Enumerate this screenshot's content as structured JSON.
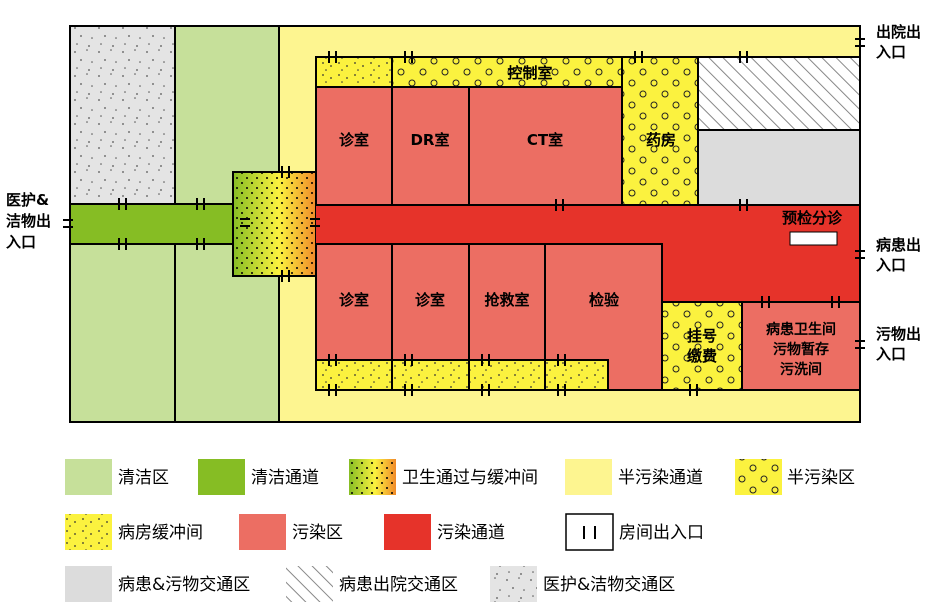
{
  "colors": {
    "clean_zone": "#c6e09a",
    "clean_passage": "#86bd24",
    "semi_contaminated_passage": "#fdf590",
    "semi_contaminated_zone": "#fbf23f",
    "ward_buffer": "#fbf23f",
    "contaminated_zone": "#ec6e63",
    "contaminated_passage": "#e6332a",
    "patient_dirty_area": "#dcdcdc",
    "outline": "#000000"
  },
  "rooms": {
    "control_room": "控制室",
    "clinic_1": "诊室",
    "dr_room": "DR室",
    "ct_room": "CT室",
    "pharmacy": "药房",
    "clinic_2": "诊室",
    "clinic_3": "诊室",
    "rescue_room": "抢救室",
    "lab": "检验",
    "registration": [
      "挂号",
      "缴费"
    ],
    "patient_wc": [
      "病患卫生间",
      "污物暂存",
      "污洗间"
    ],
    "triage": "预检分诊"
  },
  "entrances": {
    "discharge": [
      "出院出",
      "入口"
    ],
    "staff": [
      "医护&",
      "洁物出",
      "入口"
    ],
    "patient": [
      "病患出",
      "入口"
    ],
    "dirty": [
      "污物出",
      "入口"
    ]
  },
  "legend": [
    {
      "key": "clean_zone",
      "label": "清洁区",
      "pattern": "solid",
      "color": "#c6e09a"
    },
    {
      "key": "clean_passage",
      "label": "清洁通道",
      "pattern": "solid",
      "color": "#86bd24"
    },
    {
      "key": "buffer",
      "label": "卫生通过与缓冲间",
      "pattern": "gradient-dots",
      "color": "#86bd24"
    },
    {
      "key": "semi_passage",
      "label": "半污染通道",
      "pattern": "solid",
      "color": "#fdf590"
    },
    {
      "key": "semi_zone",
      "label": "半污染区",
      "pattern": "circles",
      "color": "#fbf23f"
    },
    {
      "key": "ward_buffer",
      "label": "病房缓冲间",
      "pattern": "dots",
      "color": "#fbf23f"
    },
    {
      "key": "contam_zone",
      "label": "污染区",
      "pattern": "solid",
      "color": "#ec6e63"
    },
    {
      "key": "contam_passage",
      "label": "污染通道",
      "pattern": "solid",
      "color": "#e6332a"
    },
    {
      "key": "door",
      "label": "房间出入口",
      "pattern": "door",
      "color": "#ffffff"
    },
    {
      "key": "patient_dirty",
      "label": "病患&污物交通区",
      "pattern": "solid",
      "color": "#dcdcdc"
    },
    {
      "key": "discharge_area",
      "label": "病患出院交通区",
      "pattern": "hatch",
      "color": "#ffffff"
    },
    {
      "key": "staff_area",
      "label": "医护&洁物交通区",
      "pattern": "specks",
      "color": "#e4e4e4"
    }
  ]
}
